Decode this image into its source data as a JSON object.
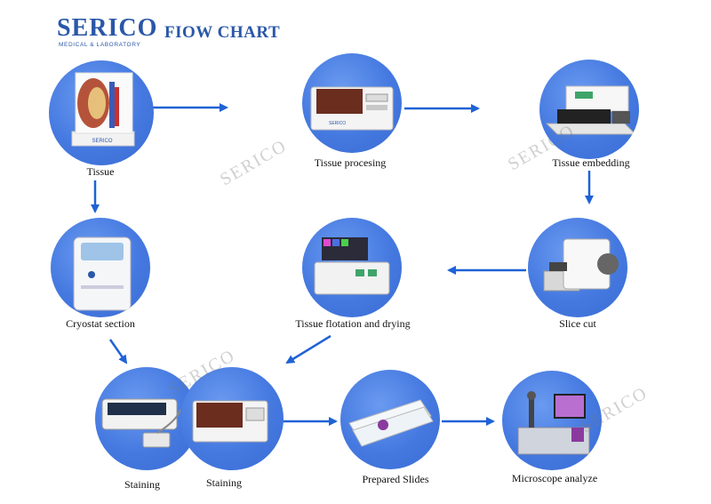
{
  "logo": {
    "name": "SERICO",
    "tagline": "MEDICAL & LABORATORY"
  },
  "title": "FIOW CHART",
  "watermark": "SERICO",
  "nodes": {
    "tissue": "Tissue",
    "processing": "Tissue procesing",
    "embedding": "Tissue embedding",
    "cryostat": "Cryostat section",
    "flotation": "Tissue flotation and drying",
    "slice_cut": "Slice cut",
    "staining_1": "Staining",
    "staining_2": "Staining",
    "prepared_slides": "Prepared Slides",
    "microscope": "Microscope analyze"
  },
  "colors": {
    "node": "#4579e0",
    "arrow": "#1f62d6",
    "brand": "#2a57a8"
  }
}
